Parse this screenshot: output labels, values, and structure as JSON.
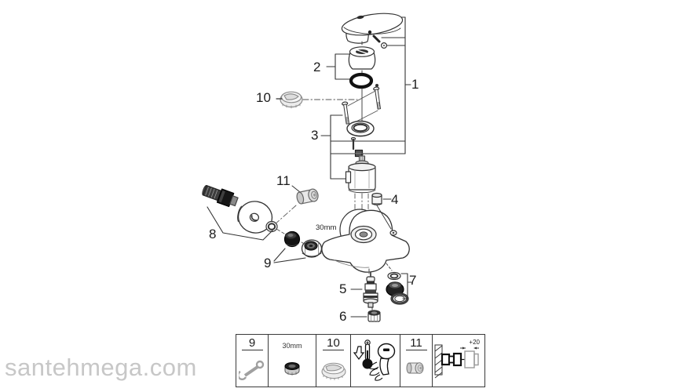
{
  "diagram": {
    "watermark": "santehmega.com",
    "annotations": {
      "wrench_size": "30mm"
    },
    "callouts": [
      {
        "label": "1",
        "part": "lever-handle-assembly"
      },
      {
        "label": "2",
        "part": "dome-cap-and-o-ring"
      },
      {
        "label": "3",
        "part": "cartridge-assembly"
      },
      {
        "label": "4",
        "part": "plug-bushing"
      },
      {
        "label": "5",
        "part": "diverter-valve"
      },
      {
        "label": "6",
        "part": "diverter-nut"
      },
      {
        "label": "7",
        "part": "seal-set"
      },
      {
        "label": "8",
        "part": "s-union-with-escutcheon"
      },
      {
        "label": "9",
        "part": "gasket-and-union-nut"
      },
      {
        "label": "10",
        "part": "grease"
      },
      {
        "label": "11",
        "part": "blanking-plug"
      }
    ]
  },
  "legend": {
    "cells": [
      {
        "number": "9",
        "icon": "wrench-icon"
      },
      {
        "caption": "30mm",
        "icon": "nut-icon"
      },
      {
        "number": "10",
        "icon": "grease-tub-icon"
      },
      {
        "icon": "cold-water-hand-lever-icon"
      },
      {
        "number": "11",
        "icon": "plug-icon"
      },
      {
        "dimension": "+20",
        "icon": "wall-extension-icon"
      }
    ]
  },
  "colors": {
    "line": "#333333",
    "dark_part": "#1c1c1c",
    "light_part": "#ededed",
    "watermark": "#c7c7c7",
    "background": "#ffffff"
  }
}
